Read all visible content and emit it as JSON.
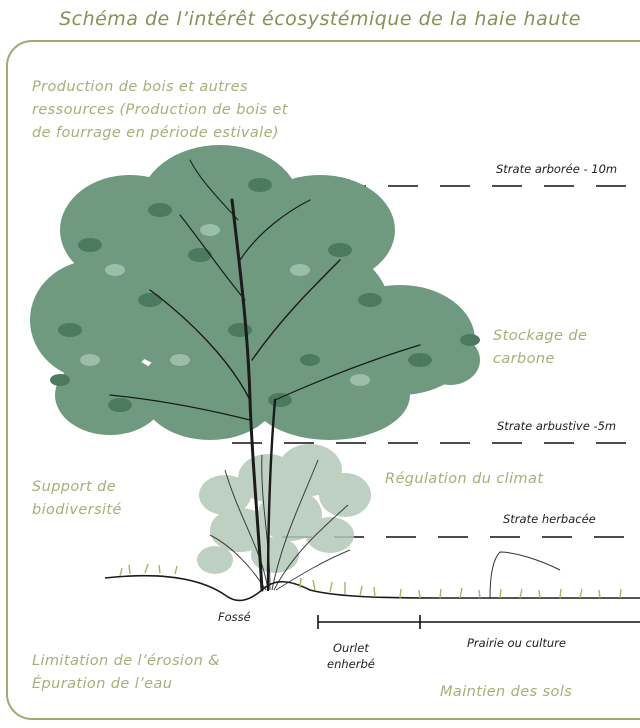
{
  "title": "Schéma de l’intérêt écosystémique de la haie haute",
  "services": {
    "production_line1": "Production de bois et autres",
    "production_line2": "ressources (Production de bois et",
    "production_line3": "de fourrage en période estivale)",
    "stockage_line1": "Stockage de",
    "stockage_line2": "carbone",
    "regulation": "Régulation du climat",
    "support_line1": "Support de",
    "support_line2": "biodiversité",
    "limitation_line1": "Limitation de l’érosion &",
    "limitation_line2": "Épuration de l’eau",
    "maintien": "Maintien des sols"
  },
  "strates": {
    "arboree": "Strate arborée - 10m",
    "arbustive": "Strate arbustive -5m",
    "herbacee": "Strate herbacée"
  },
  "ground_labels": {
    "fosse": "Fossé",
    "ourlet_line1": "Ourlet",
    "ourlet_line2": "enherbé",
    "prairie": "Prairie ou culture"
  },
  "colors": {
    "frame": "#a3a873",
    "service_text": "#a9ae78",
    "title_text": "#8a8f55",
    "canopy": "#6f9a7f",
    "shrub": "#b3c8b8",
    "grass": "#9bbd5a"
  }
}
